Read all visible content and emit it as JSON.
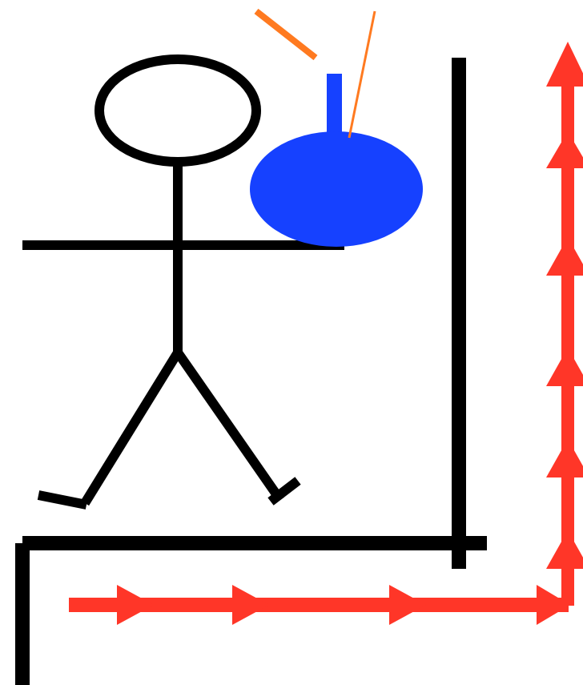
{
  "figure": {
    "background": "#ffffff"
  },
  "colors": {
    "stroke": "#000000",
    "bomb": "#1641ff",
    "fuse_spark": "#ff7a20",
    "path_arrows": "#ff3628"
  },
  "elements": {
    "person": "stick-figure",
    "object": "bomb",
    "arrows": "red-arrow-path",
    "walls": "black-wall-lines"
  }
}
